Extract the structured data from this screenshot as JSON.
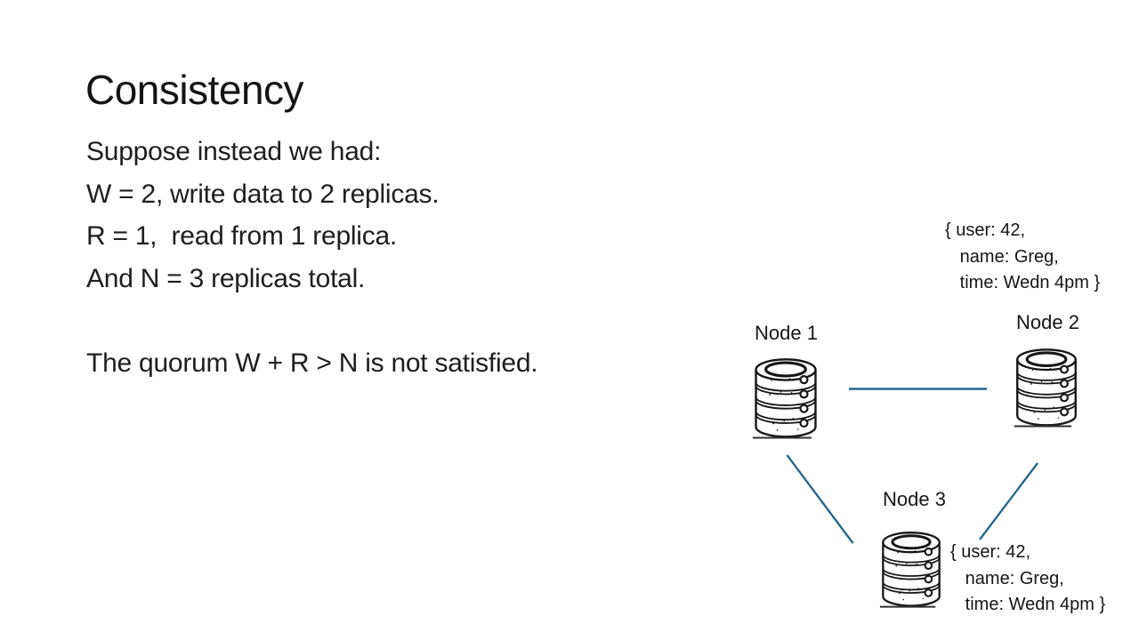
{
  "slide": {
    "title": "Consistency",
    "body": "Suppose instead we had:\nW = 2, write data to 2 replicas.\nR = 1,  read from 1 replica.\nAnd N = 3 replicas total.\n\nThe quorum W + R > N is not satisfied."
  },
  "diagram": {
    "nodes": [
      {
        "label": "Node 1"
      },
      {
        "label": "Node 2"
      },
      {
        "label": "Node 3"
      }
    ],
    "icon_name": "database-cylinder-icon",
    "record_top": "{ user: 42,\n   name: Greg,\n   time: Wedn 4pm }",
    "record_bottom": "{ user: 42,\n   name: Greg,\n   time: Wedn 4pm }",
    "line_color": "#26648c",
    "ink_color": "#171717"
  }
}
